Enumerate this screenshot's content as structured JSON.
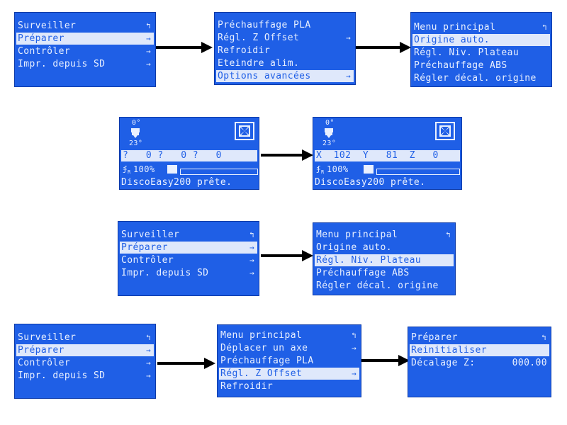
{
  "colors": {
    "lcd_bg": "#1f5fe6",
    "lcd_fg": "#e9f0ff",
    "highlight": "#dfe8fb",
    "arrow": "#000000"
  },
  "icons": {
    "back": "up-arrow-icon",
    "submenu": "right-arrow-icon",
    "fan": "fan-icon",
    "hotend": "hotend-icon",
    "feedrate": "feedrate-icon",
    "sd": "sd-card-icon"
  },
  "row1": {
    "screen1": {
      "items": [
        "Surveiller",
        "Préparer",
        "Contrôler",
        "Impr. depuis SD"
      ]
    },
    "screen2": {
      "items": [
        "Préchauffage PLA",
        "Régl. Z Offset",
        "Refroidir",
        "Eteindre alim.",
        "Options avancées"
      ]
    },
    "screen3": {
      "items": [
        "Menu principal",
        "Origine auto.",
        "Régl. Niv. Plateau",
        "Préchauffage ABS",
        "Régler décal. origine"
      ]
    }
  },
  "row2": {
    "status1": {
      "target_temp": "0°",
      "current_temp": "23°",
      "coords": "?   0 ?   0 ?   0",
      "feedrate": "100%",
      "message": "DiscoEasy200 prête."
    },
    "status2": {
      "target_temp": "0°",
      "current_temp": "23°",
      "coords": "X  102  Y   81  Z   0",
      "feedrate": "100%",
      "message": "DiscoEasy200 prête."
    }
  },
  "row3": {
    "screen1": {
      "items": [
        "Surveiller",
        "Préparer",
        "Contrôler",
        "Impr. depuis SD"
      ]
    },
    "screen2": {
      "items": [
        "Menu principal",
        "Origine auto.",
        "Régl. Niv. Plateau",
        "Préchauffage ABS",
        "Régler décal. origine"
      ]
    }
  },
  "row4": {
    "screen1": {
      "items": [
        "Surveiller",
        "Préparer",
        "Contrôler",
        "Impr. depuis SD"
      ]
    },
    "screen2": {
      "items": [
        "Menu principal",
        "Déplacer un axe",
        "Préchauffage PLA",
        "Régl. Z Offset",
        "Refroidir"
      ]
    },
    "screen3": {
      "items": [
        "Préparer",
        "Reinitialiser",
        "Décalage Z:"
      ],
      "z_value": "000.00"
    }
  }
}
